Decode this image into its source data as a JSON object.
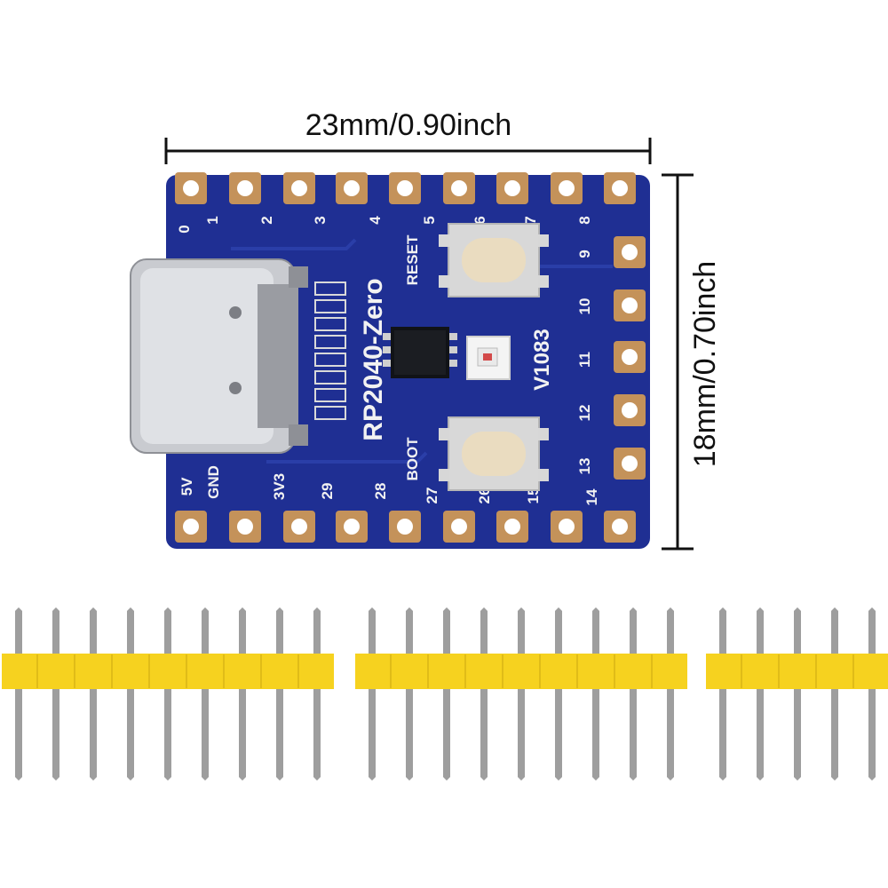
{
  "dimensions": {
    "width_label": "23mm/0.90inch",
    "height_label": "18mm/0.70inch"
  },
  "board": {
    "model_label": "RP2040-Zero",
    "version_label": "V1083",
    "reset_label": "RESET",
    "boot_label": "BOOT",
    "top_pins": [
      "0",
      "1",
      "2",
      "3",
      "4",
      "5",
      "6",
      "7",
      "8"
    ],
    "right_pins": [
      "9",
      "10",
      "11",
      "12",
      "13",
      "14"
    ],
    "bottom_pins": [
      "5V",
      "GND",
      "3V3",
      "29",
      "28",
      "27",
      "26",
      "15"
    ],
    "colors": {
      "pcb": "#1f2f93",
      "pad": "#c4925a",
      "button_body": "#d8d8d8",
      "button_cap": "#eadcc0",
      "usb": "#c9cbd0"
    }
  },
  "headers": {
    "strips": [
      {
        "pin_count": 9
      },
      {
        "pin_count": 9
      },
      {
        "pin_count": 5
      }
    ],
    "colors": {
      "plastic": "#f6d21f",
      "pin": "#9e9e9e"
    }
  }
}
